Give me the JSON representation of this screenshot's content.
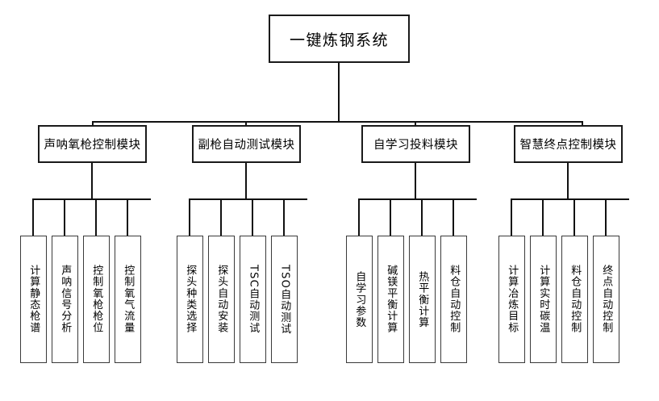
{
  "diagram": {
    "type": "org-tree",
    "title": "一键炼钢系统",
    "root": {
      "label": "一键炼钢系统"
    },
    "modules": [
      {
        "label": "声呐氧枪控制模块",
        "leaves": [
          {
            "label": "计算静态枪谱"
          },
          {
            "label": "声呐信号分析"
          },
          {
            "label": "控制氧枪枪位"
          },
          {
            "label": "控制氧气流量"
          }
        ]
      },
      {
        "label": "副枪自动测试模块",
        "leaves": [
          {
            "label": "探头种类选择"
          },
          {
            "label": "探头自动安装"
          },
          {
            "label": "TSC自动测试"
          },
          {
            "label": "TSO自动测试"
          }
        ]
      },
      {
        "label": "自学习投料模块",
        "leaves": [
          {
            "label": "自学习参数"
          },
          {
            "label": "碱镁平衡计算"
          },
          {
            "label": "热平衡计算"
          },
          {
            "label": "料仓自动控制"
          }
        ]
      },
      {
        "label": "智慧终点控制模块",
        "leaves": [
          {
            "label": "计算冶炼目标"
          },
          {
            "label": "计算实时碳温"
          },
          {
            "label": "料仓自动控制"
          },
          {
            "label": "终点自动控制"
          }
        ]
      }
    ],
    "colors": {
      "background": "#ffffff",
      "box_border": "#1a1a1a",
      "leaf_border": "#3a3a3a",
      "connector": "#111111",
      "text": "#000000"
    }
  }
}
